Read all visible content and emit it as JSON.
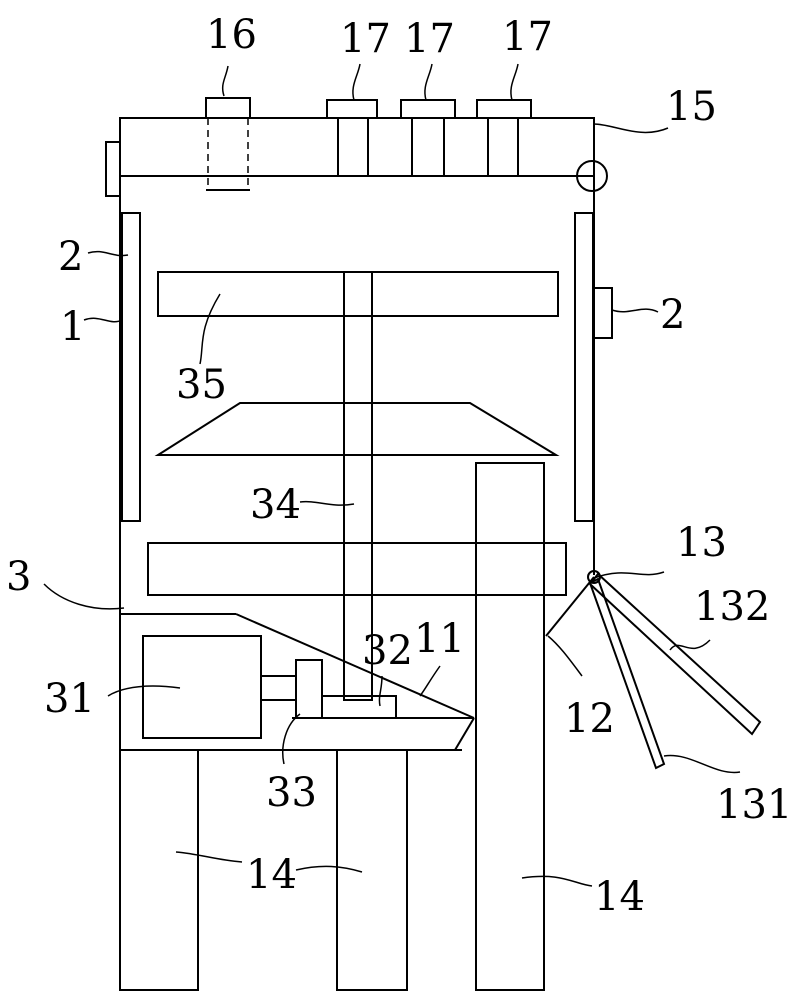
{
  "labels": {
    "housing": "1",
    "window_left": "2",
    "window_right": "2",
    "drive_unit": "3",
    "hopper": "11",
    "baffle": "12",
    "door": "13",
    "door_rod": "131",
    "door_plate": "132",
    "leg_left": "14",
    "leg_middle": "14",
    "leg_right": "14",
    "top_cover": "15",
    "inlet": "16",
    "port_a": "17",
    "port_b": "17",
    "port_c": "17",
    "motor": "31",
    "gearbox": "32",
    "coupling": "33",
    "shaft": "34",
    "blade": "35"
  }
}
